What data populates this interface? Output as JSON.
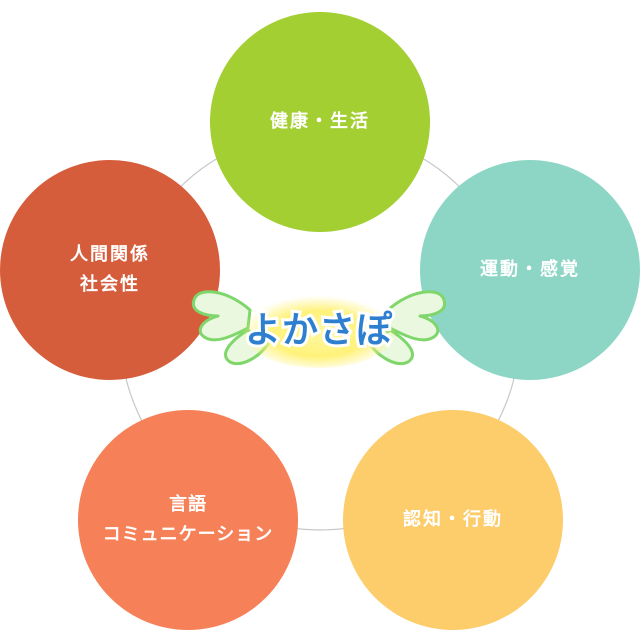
{
  "logo": {
    "text": "よかさぽ"
  },
  "nodes": {
    "health": {
      "lines": [
        "健康・生活"
      ],
      "color": "#a3cf33"
    },
    "motor": {
      "lines": [
        "運動・感覚"
      ],
      "color": "#8dd6c5"
    },
    "cognition": {
      "lines": [
        "認知・行動"
      ],
      "color": "#fdcc6b"
    },
    "language": {
      "lines": [
        "言語",
        "コミュニケーション"
      ],
      "color": "#f68058"
    },
    "social": {
      "lines": [
        "人間関係",
        "社会性"
      ],
      "color": "#d55d3c"
    }
  },
  "colors": {
    "ring": "#c8c8c8",
    "logo_text": "#2f7fd0",
    "logo_glow": "#fff27a",
    "logo_wing": "#7fd66a"
  }
}
